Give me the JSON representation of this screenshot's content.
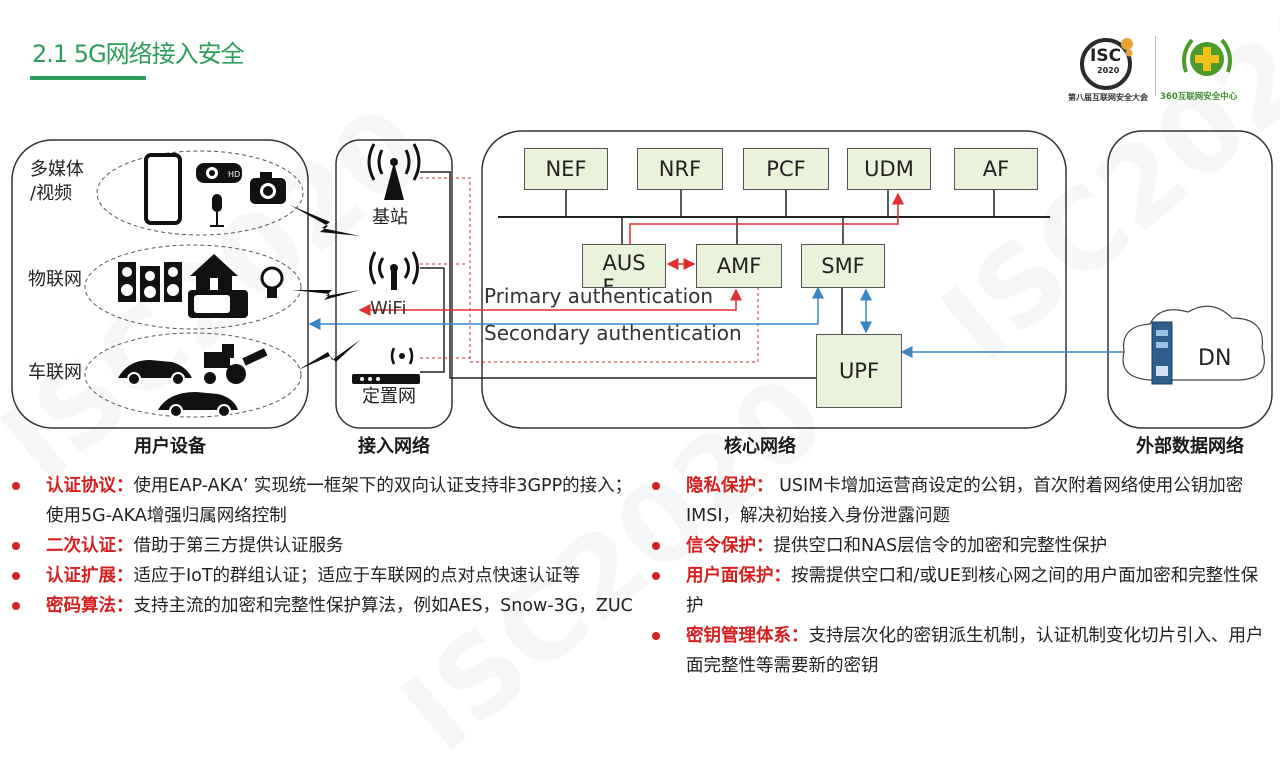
{
  "page": {
    "title": "2.1 5G网络接入安全",
    "watermark": "ISC2020"
  },
  "logos": {
    "isc_badge": "ISC",
    "isc_year": "2020",
    "isc_caption": "第八届互联网安全大会",
    "org_caption": "360互联网安全中心"
  },
  "diagram": {
    "panels": {
      "user": "用户设备",
      "access": "接入网络",
      "core": "核心网络",
      "external": "外部数据网络"
    },
    "user_groups": {
      "media": "多媒体\n/视频",
      "iot": "物联网",
      "v2x": "车联网"
    },
    "access_nodes": {
      "base_station": "基站",
      "wifi": "WiFi",
      "fixed": "定置网"
    },
    "nf_top": [
      "NEF",
      "NRF",
      "PCF",
      "UDM",
      "AF"
    ],
    "nf_mid": {
      "ausf": "AUS\nF",
      "amf": "AMF",
      "smf": "SMF",
      "upf": "UPF"
    },
    "dn": "DN",
    "flows": {
      "primary": "Primary authentication",
      "secondary": "Secondary authentication"
    },
    "colors": {
      "primary_flow": "#e03030",
      "secondary_flow": "#3a86c0",
      "nf_fill": "#eaf2d9",
      "accent": "#2e9d5b",
      "bullet": "#d62020"
    }
  },
  "bullets_left": [
    {
      "key": "认证协议：",
      "text": "使用EAP-AKA’ 实现统一框架下的双向认证支持非3GPP的接入；使用5G-AKA增强归属网络控制"
    },
    {
      "key": "二次认证：",
      "text": "借助于第三方提供认证服务"
    },
    {
      "key": "认证扩展：",
      "text": "适应于IoT的群组认证；适应于车联网的点对点快速认证等"
    },
    {
      "key": "密码算法：",
      "text": "支持主流的加密和完整性保护算法，例如AES，Snow-3G，ZUC"
    }
  ],
  "bullets_right": [
    {
      "key": "隐私保护：",
      "text": " USIM卡增加运营商设定的公钥，首次附着网络使用公钥加密IMSI，解决初始接入身份泄露问题"
    },
    {
      "key": "信令保护：",
      "text": "提供空口和NAS层信令的加密和完整性保护"
    },
    {
      "key": "用户面保护：",
      "text": "按需提供空口和/或UE到核心网之间的用户面加密和完整性保护"
    },
    {
      "key": "密钥管理体系：",
      "text": "支持层次化的密钥派生机制，认证机制变化切片引入、用户面完整性等需要新的密钥"
    }
  ]
}
